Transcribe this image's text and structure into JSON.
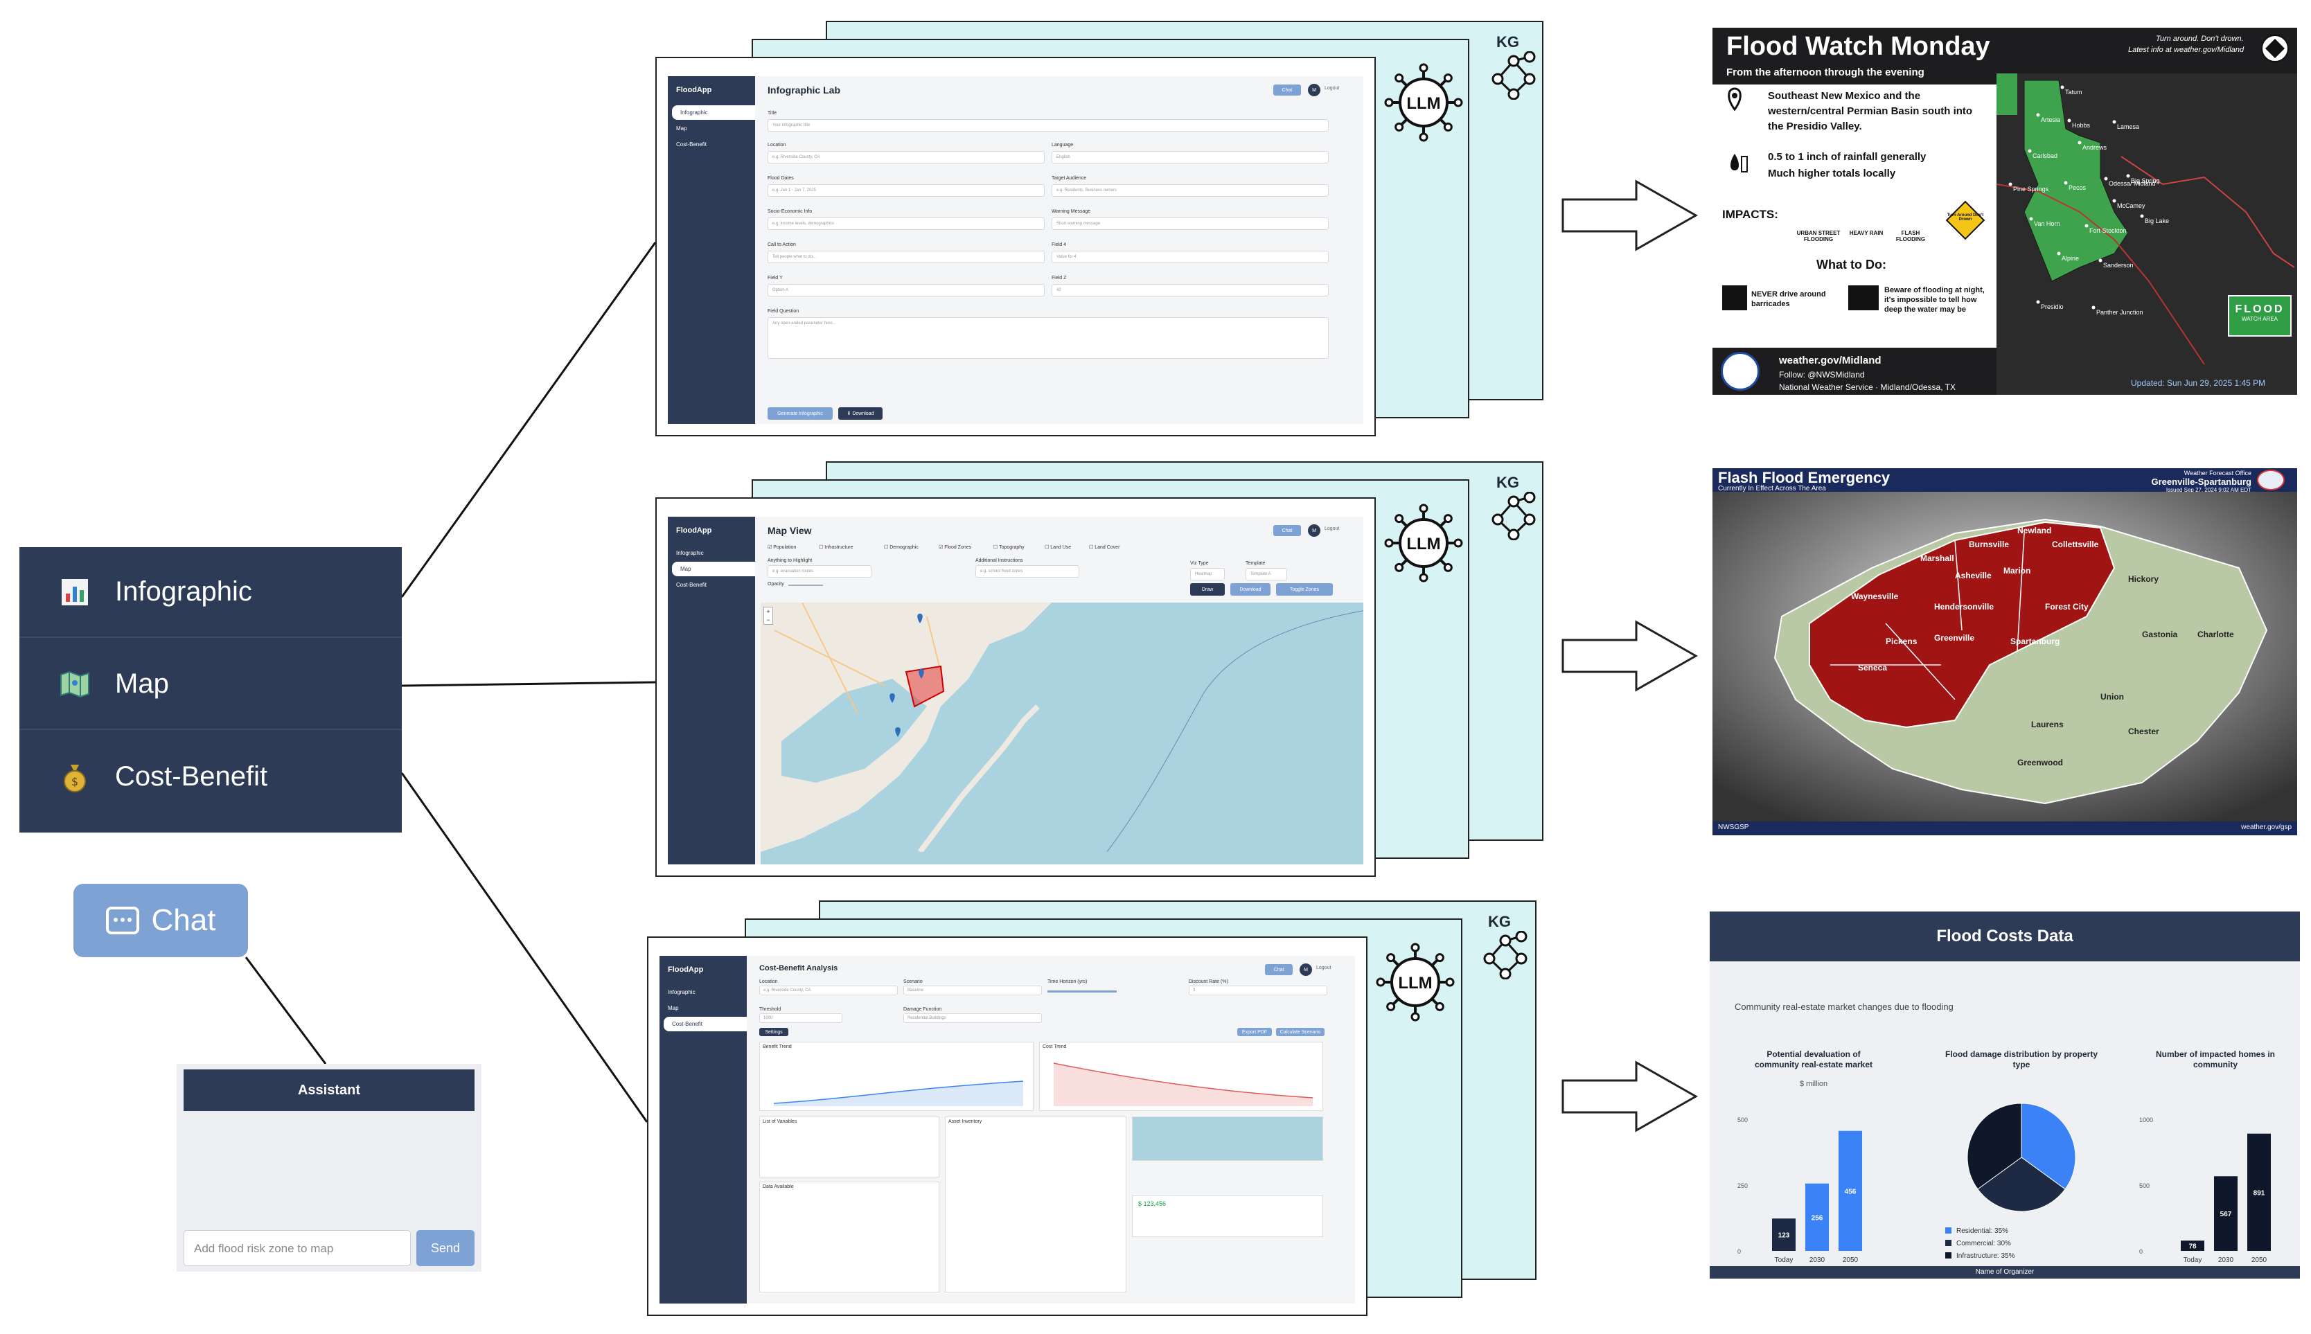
{
  "left_menu": {
    "items": [
      {
        "label": "Infographic",
        "icon": "bar-chart-icon"
      },
      {
        "label": "Map",
        "icon": "map-icon"
      },
      {
        "label": "Cost-Benefit",
        "icon": "money-bag-icon"
      }
    ]
  },
  "chat_button": {
    "label": "Chat",
    "icon": "speech-bubble-icon"
  },
  "assistant_panel": {
    "title": "Assistant",
    "input_placeholder": "Add flood risk zone to map",
    "send_label": "Send"
  },
  "badges": {
    "llm": "LLM",
    "kg": "KG"
  },
  "infographic_app": {
    "brand": "FloodApp",
    "nav": [
      "Infographic",
      "Map",
      "Cost-Benefit"
    ],
    "title": "Infographic Lab",
    "chat": "Chat",
    "avatar": "M",
    "logout": "Logout",
    "fields": [
      {
        "label": "Title",
        "placeholder": "Your infographic title"
      },
      {
        "label": "Location",
        "placeholder": "e.g. Riverside County, CA"
      },
      {
        "label": "Language",
        "placeholder": "English"
      },
      {
        "label": "Flood Dates",
        "placeholder": "e.g. Jan 1 - Jan 7, 2025"
      },
      {
        "label": "Target Audience",
        "placeholder": "e.g. Residents, Business owners"
      },
      {
        "label": "Socio-Economic Info",
        "placeholder": "e.g. income levels, demographics"
      },
      {
        "label": "Warning Message",
        "placeholder": "Short warning message"
      },
      {
        "label": "Call to Action",
        "placeholder": "Tell people what to do..."
      },
      {
        "label": "Field 4",
        "placeholder": "Value for 4"
      },
      {
        "label": "Field Y",
        "placeholder": "Option A"
      },
      {
        "label": "Field Z",
        "placeholder": "42"
      },
      {
        "label": "Field Question",
        "placeholder": "Any open-ended parameter here..."
      }
    ],
    "generate": "Generate Infographic",
    "download": "⬇ Download"
  },
  "map_app": {
    "brand": "FloodApp",
    "nav": [
      "Infographic",
      "Map",
      "Cost-Benefit"
    ],
    "title": "Map View",
    "chat": "Chat",
    "avatar": "M",
    "logout": "Logout",
    "layers": [
      "Population",
      "Infrastructure",
      "Demographic",
      "Flood Zones",
      "Topography",
      "Land Use",
      "Land Cover"
    ],
    "highlight_label": "Anything to Highlight",
    "highlight_placeholder": "e.g. evacuation routes",
    "instructions_label": "Additional Instructions",
    "instructions_placeholder": "e.g. school flood zones",
    "opacity_label": "Opacity",
    "viz_label": "Viz Type",
    "viz_value": "Heatmap",
    "template_label": "Template",
    "template_value": "Template A",
    "draw": "Draw",
    "download": "Download",
    "toggle": "Toggle Zones",
    "zoom_in": "+",
    "zoom_out": "−"
  },
  "cost_app": {
    "brand": "FloodApp",
    "nav": [
      "Infographic",
      "Map",
      "Cost-Benefit"
    ],
    "title": "Cost-Benefit Analysis",
    "chat": "Chat",
    "avatar": "M",
    "logout": "Logout",
    "location_label": "Location",
    "location_value": "e.g. Riverside County, CA",
    "scenario_label": "Scenario",
    "scenario_value": "Baseline",
    "horizon_label": "Time Horizon (yrs)",
    "discount_label": "Discount Rate (%)",
    "discount_value": "3",
    "threshold_label": "Threshold",
    "threshold_value": "1000",
    "damage_label": "Damage Function",
    "damage_value": "Residential Buildings",
    "settings": "Settings",
    "benefit_title": "Benefit Trend",
    "cost_title": "Cost Trend",
    "list_title": "List of Variables",
    "asset_title": "Asset Inventory",
    "data_title": "Data Available",
    "total_label": "$ 123,456",
    "export": "Export PDF",
    "calculate": "Calculate Scenario"
  },
  "flood_watch": {
    "title": "Flood Watch Monday",
    "subtitle": "From the afternoon through the evening",
    "tagline1": "Turn around. Don't drown.",
    "tagline2": "Latest info at weather.gov/Midland",
    "where": "Southeast New Mexico and the western/central Permian Basin south into the Presidio Valley.",
    "rain1": "0.5 to 1 inch of rainfall generally",
    "rain2": "Much higher totals locally",
    "impacts_label": "IMPACTS:",
    "impacts": [
      "URBAN STREET FLOODING",
      "HEAVY RAIN",
      "FLASH FLOODING"
    ],
    "sign_text": "Turn Around Don't Drown",
    "what_to_do": "What to Do:",
    "do1": "NEVER drive around barricades",
    "do2": "Beware of flooding at night, it's impossible to tell how deep the water may be",
    "site": "weather.gov/Midland",
    "follow": "Follow: @NWSMidland",
    "office": "National Weather Service · Midland/Odessa, TX",
    "updated": "Updated: Sun Jun 29, 2025 1:45 PM",
    "legend": "FLOOD",
    "legend_sub": "WATCH AREA",
    "towns": [
      "Tatum",
      "Artesia",
      "Hobbs",
      "Lamesa",
      "Carlsbad",
      "Andrews",
      "Big Spring",
      "Pine Springs",
      "Odessa/ Midland",
      "Pecos",
      "McCamey",
      "Van Horn",
      "Big Lake",
      "Fort Stockton",
      "Alpine",
      "Sanderson",
      "Presidio",
      "Panther Junction"
    ]
  },
  "flash_flood": {
    "title": "Flash Flood Emergency",
    "subtitle": "Currently In Effect Across The Area",
    "office1": "Weather Forecast Office",
    "office2": "Greenville-Spartanburg",
    "issued": "Issued Sep 27, 2024 9:02 AM EDT",
    "counties": [
      "Newland",
      "Burnsville",
      "Collettsville",
      "Marshall",
      "Asheville",
      "Marion",
      "Waynesville",
      "Hendersonville",
      "Forest City",
      "Pickens",
      "Greenville",
      "Spartanburg",
      "Seneca",
      "Hickory",
      "Gastonia",
      "Charlotte",
      "Laurens",
      "Greenwood",
      "Union",
      "Chester"
    ],
    "footer_left": "NWSGSP",
    "footer_right": "weather.gov/gsp"
  },
  "flood_costs": {
    "title": "Flood Costs Data",
    "intro": "Community real-estate market changes due to flooding",
    "footer": "Name of Organizer",
    "bar1": {
      "title": "Potential devaluation of community real-estate market",
      "unit": "$ million",
      "categories": [
        "Today",
        "2030",
        "2050"
      ],
      "values": [
        123,
        256,
        456
      ],
      "ticks": [
        "0",
        "250",
        "500"
      ]
    },
    "pie": {
      "title": "Flood damage distribution by property type",
      "slices": [
        {
          "label": "Residential: 35%",
          "value": 35,
          "color": "#3b82f6"
        },
        {
          "label": "Commercial: 30%",
          "value": 30,
          "color": "#1e2a44"
        },
        {
          "label": "Infrastructure: 35%",
          "value": 35,
          "color": "#0f172a"
        }
      ]
    },
    "bar2": {
      "title": "Number of impacted homes in community",
      "categories": [
        "Today",
        "2030",
        "2050"
      ],
      "values": [
        78,
        567,
        891
      ],
      "ticks": [
        "0",
        "500",
        "1000"
      ]
    }
  }
}
